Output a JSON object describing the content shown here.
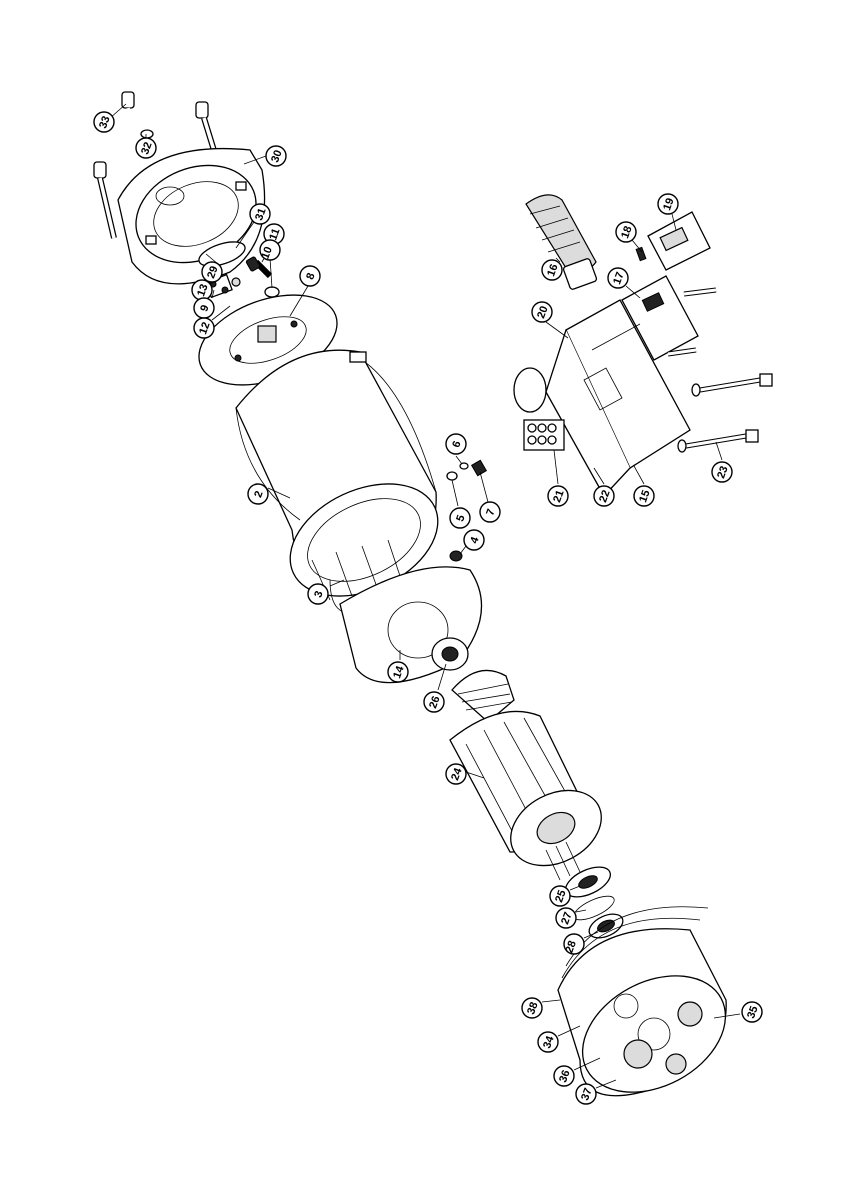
{
  "callouts": [
    {
      "id": "33",
      "label": "33"
    },
    {
      "id": "32",
      "label": "32"
    },
    {
      "id": "30",
      "label": "30"
    },
    {
      "id": "31",
      "label": "31"
    },
    {
      "id": "11",
      "label": "11"
    },
    {
      "id": "29",
      "label": "29"
    },
    {
      "id": "10",
      "label": "10"
    },
    {
      "id": "13",
      "label": "13"
    },
    {
      "id": "8",
      "label": "8"
    },
    {
      "id": "9",
      "label": "9"
    },
    {
      "id": "12",
      "label": "12"
    },
    {
      "id": "2",
      "label": "2"
    },
    {
      "id": "6",
      "label": "6"
    },
    {
      "id": "5",
      "label": "5"
    },
    {
      "id": "7",
      "label": "7"
    },
    {
      "id": "4",
      "label": "4"
    },
    {
      "id": "3",
      "label": "3"
    },
    {
      "id": "14",
      "label": "14"
    },
    {
      "id": "26",
      "label": "26"
    },
    {
      "id": "24",
      "label": "24"
    },
    {
      "id": "25",
      "label": "25"
    },
    {
      "id": "27",
      "label": "27"
    },
    {
      "id": "28",
      "label": "28"
    },
    {
      "id": "38",
      "label": "38"
    },
    {
      "id": "34",
      "label": "34"
    },
    {
      "id": "35",
      "label": "35"
    },
    {
      "id": "36",
      "label": "36"
    },
    {
      "id": "37",
      "label": "37"
    },
    {
      "id": "16",
      "label": "16"
    },
    {
      "id": "19",
      "label": "19"
    },
    {
      "id": "18",
      "label": "18"
    },
    {
      "id": "17",
      "label": "17"
    },
    {
      "id": "20",
      "label": "20"
    },
    {
      "id": "21",
      "label": "21"
    },
    {
      "id": "22",
      "label": "22"
    },
    {
      "id": "15",
      "label": "15"
    },
    {
      "id": "23",
      "label": "23"
    }
  ]
}
